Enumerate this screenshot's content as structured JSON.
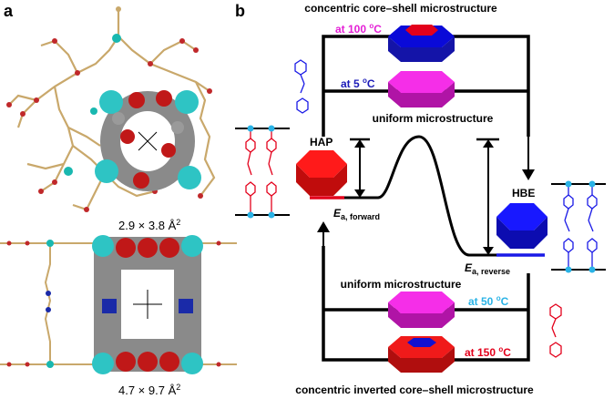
{
  "panel_a": {
    "label": "a",
    "pore_top": "2.9 × 3.8 Å",
    "pore_top_exp": "2",
    "pore_bottom": "4.7 × 9.7 Å",
    "pore_bottom_exp": "2"
  },
  "panel_b": {
    "label": "b",
    "title_top": "concentric core–shell microstructure",
    "title_bottom": "concentric inverted core–shell microstructure",
    "uniform_top": "uniform microstructure",
    "uniform_bottom": "uniform microstructure",
    "hap": "HAP",
    "hbe": "HBE",
    "ea_forward_main": "E",
    "ea_forward_sub": "a, forward",
    "ea_reverse_main": "E",
    "ea_reverse_sub": "a, reverse",
    "temps": {
      "t100_pre": "at 100 ",
      "t100_deg": "o",
      "t100_post": "C",
      "t5_pre": "at 5 ",
      "t5_deg": "o",
      "t5_post": "C",
      "t50_pre": "at 50 ",
      "t50_deg": "o",
      "t50_post": "C",
      "t150_pre": "at 150 ",
      "t150_deg": "o",
      "t150_post": "C"
    },
    "colors": {
      "red": "#e3001b",
      "blue": "#1a1ae6",
      "magenta": "#e41fd6",
      "cyan": "#2ab3e6",
      "black": "#000000"
    }
  }
}
